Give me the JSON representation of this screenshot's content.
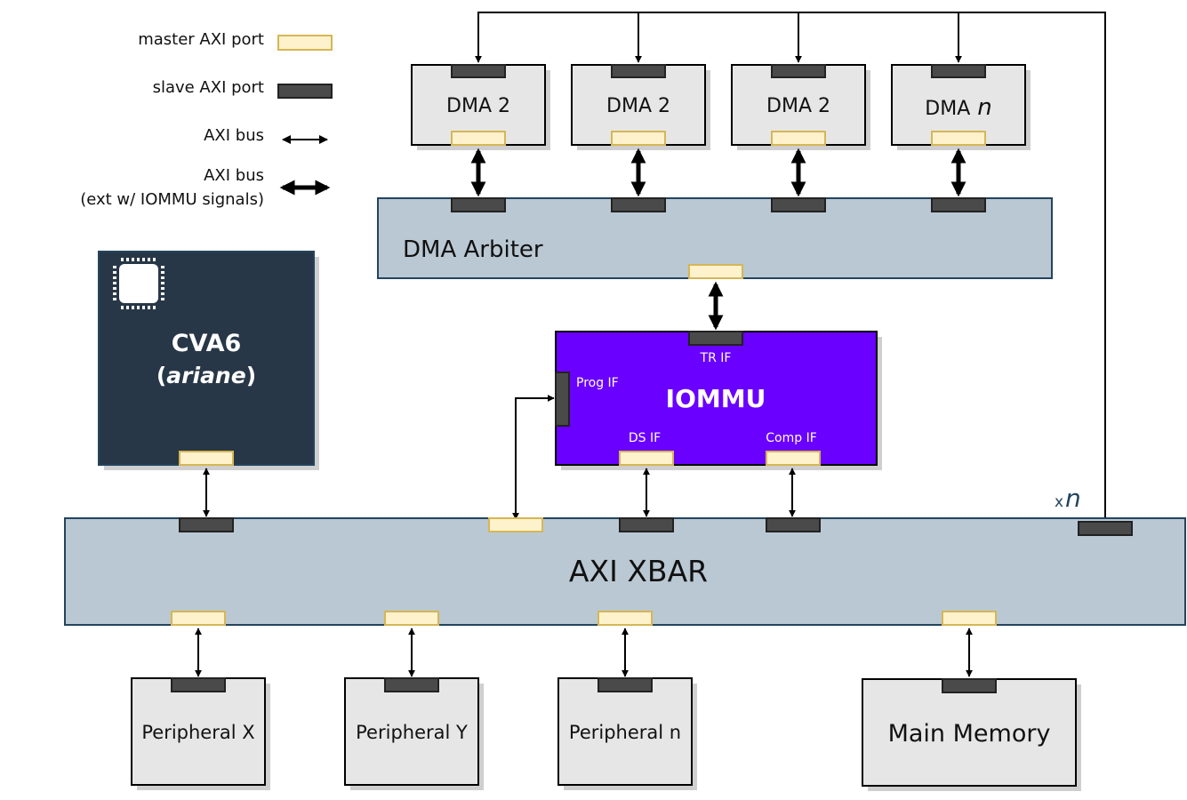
{
  "legend": {
    "master_port": "master AXI port",
    "slave_port": "slave AXI port",
    "axi_bus": "AXI bus",
    "axi_bus_ext_line1": "AXI bus",
    "axi_bus_ext_line2": "(ext w/ IOMMU signals)"
  },
  "dma_blocks": [
    {
      "label": "DMA 2"
    },
    {
      "label": "DMA 2"
    },
    {
      "label": "DMA 2"
    },
    {
      "label": "DMA",
      "italic_suffix": "n"
    }
  ],
  "dma_arbiter": {
    "label": "DMA Arbiter"
  },
  "cpu": {
    "name": "CVA6",
    "paren_open": "(",
    "alias": "ariane",
    "paren_close": ")",
    "icon": "chip-icon"
  },
  "iommu": {
    "label": "IOMMU",
    "tr_if": "TR IF",
    "prog_if": "Prog IF",
    "ds_if": "DS IF",
    "comp_if": "Comp IF"
  },
  "xbar": {
    "label": "AXI XBAR",
    "multiplier_prefix": "x",
    "multiplier_n": "n"
  },
  "peripherals": [
    {
      "label": "Peripheral X"
    },
    {
      "label": "Peripheral Y"
    },
    {
      "label": "Peripheral n"
    }
  ],
  "main_memory": {
    "label": "Main Memory"
  },
  "colors": {
    "master_fill": "#fdf2cc",
    "master_stroke": "#d6b656",
    "slave_fill": "#4a4a4a",
    "block_fill": "#e6e6e6",
    "bus_fill": "#bac8d3",
    "bus_stroke": "#23445d",
    "cpu_fill": "#283747",
    "iommu_fill": "#6a00ff"
  }
}
